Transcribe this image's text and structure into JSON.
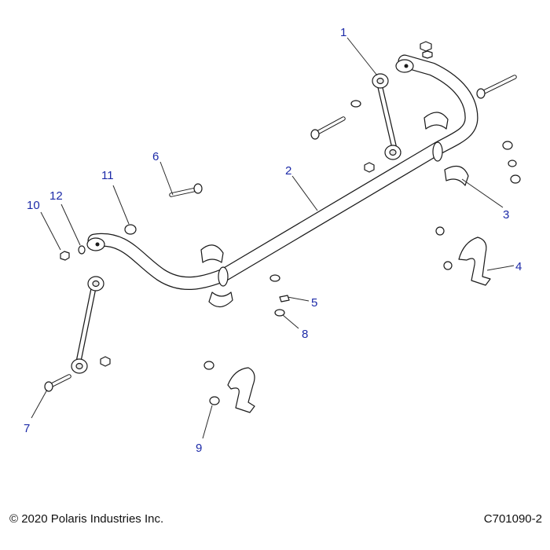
{
  "callouts": [
    {
      "number": "1"
    },
    {
      "number": "2"
    },
    {
      "number": "3"
    },
    {
      "number": "4"
    },
    {
      "number": "5"
    },
    {
      "number": "6"
    },
    {
      "number": "7"
    },
    {
      "number": "8"
    },
    {
      "number": "9"
    },
    {
      "number": "10"
    },
    {
      "number": "11"
    },
    {
      "number": "12"
    }
  ],
  "footer": {
    "copyright": "© 2020 Polaris Industries Inc.",
    "drawing_id": "C701090-2"
  },
  "colors": {
    "callout_text": "#1c2aa8",
    "line_art": "#1a1a1a",
    "background": "#ffffff"
  }
}
